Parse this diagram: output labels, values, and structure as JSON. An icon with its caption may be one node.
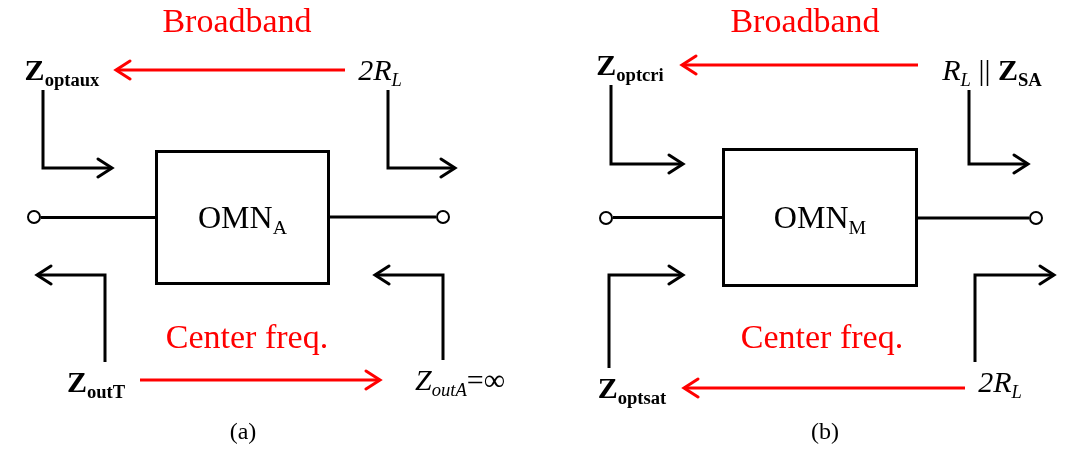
{
  "diagram": {
    "nodes": [
      {
        "text": [
          "OMN$_{A}$"
        ]
      },
      {
        "text": [],
        "shape": "circle"
      },
      {
        "text": [],
        "shape": "circle"
      },
      {
        "text": [
          "Z$_{optaux}$"
        ]
      },
      {
        "text": [
          "2R$_{L}$"
        ]
      },
      {
        "text": [
          "Z$_{outT}$"
        ]
      },
      {
        "text": [
          "*Z*$_{outA}$=∞"
        ]
      },
      {
        "text": [
          "OMN$_{M}$"
        ]
      },
      {
        "text": [],
        "shape": "circle"
      },
      {
        "text": [],
        "shape": "circle"
      },
      {
        "text": [
          "Z$_{optcri}$"
        ]
      },
      {
        "text": [
          "*R*$_{L}$ || **Z**$_{SA}$"
        ]
      },
      {
        "text": [
          "Z$_{optsat}$"
        ]
      },
      {
        "text": [
          "2R$_{L}$"
        ]
      }
    ],
    "edges": [
      {
        "from": 1,
        "to": 0,
        "arrow": "none"
      },
      {
        "from": 0,
        "to": 2,
        "arrow": "none"
      },
      {
        "from": 4,
        "to": 3,
        "arrow": "to",
        "label": "Broadband",
        "color": "#ff0000"
      },
      {
        "from": 5,
        "to": 6,
        "arrow": "to",
        "label": "Center freq.",
        "color": "#ff0000"
      },
      {
        "from": 3,
        "to": null,
        "arrow": "to"
      },
      {
        "from": 4,
        "to": null,
        "arrow": "to"
      },
      {
        "from": 5,
        "to": null,
        "arrow": "to"
      },
      {
        "from": 6,
        "to": null,
        "arrow": "to"
      },
      {
        "from": 8,
        "to": 7,
        "arrow": "none"
      },
      {
        "from": 7,
        "to": 9,
        "arrow": "none"
      },
      {
        "from": 11,
        "to": 10,
        "arrow": "to",
        "label": "Broadband",
        "color": "#ff0000"
      },
      {
        "from": 13,
        "to": 12,
        "arrow": "to",
        "label": "Center freq.",
        "color": "#ff0000"
      },
      {
        "from": 10,
        "to": null,
        "arrow": "to"
      },
      {
        "from": 11,
        "to": null,
        "arrow": "to"
      },
      {
        "from": 12,
        "to": null,
        "arrow": "to"
      },
      {
        "from": 13,
        "to": null,
        "arrow": "to"
      }
    ],
    "labels": [
      "(a)",
      "(b)"
    ]
  }
}
